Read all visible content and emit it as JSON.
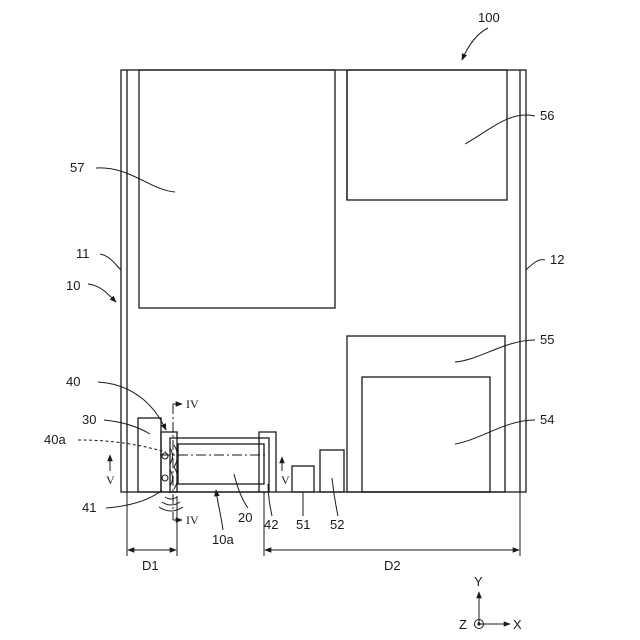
{
  "figure": {
    "device_ref": "100",
    "labels": {
      "l10": "10",
      "l11": "11",
      "l12": "12",
      "l20": "20",
      "l30": "30",
      "l40": "40",
      "l40a": "40a",
      "l41": "41",
      "l42": "42",
      "l51": "51",
      "l52": "52",
      "l54": "54",
      "l55": "55",
      "l56": "56",
      "l57": "57",
      "l10a": "10a"
    },
    "section_marks": {
      "iv_top": "IV",
      "iv_bottom": "IV",
      "v_left": "V",
      "v_right": "V"
    },
    "dimensions": {
      "d1": "D1",
      "d2": "D2"
    },
    "axes": {
      "x": "X",
      "y": "Y",
      "z": "Z"
    }
  }
}
